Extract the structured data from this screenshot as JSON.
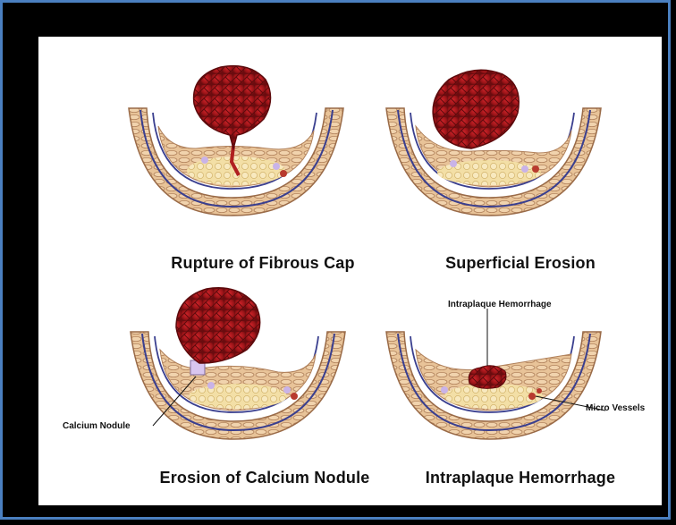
{
  "colors": {
    "frame": "#4a7fc0",
    "clot": "#a3151a",
    "vessel_wall": "#e3b98a",
    "intima_line": "#3a3f8f",
    "core": "#f0d9a0",
    "calcium": "#c9b3e8"
  },
  "panels": [
    {
      "caption": "Rupture of Fibrous Cap"
    },
    {
      "caption": "Superficial Erosion"
    },
    {
      "caption": "Erosion of Calcium Nodule",
      "annotation": "Calcium Nodule"
    },
    {
      "caption": "Intraplaque Hemorrhage",
      "annotation_top": "Intraplaque Hemorrhage",
      "annotation_right": "Micro Vessels"
    }
  ]
}
